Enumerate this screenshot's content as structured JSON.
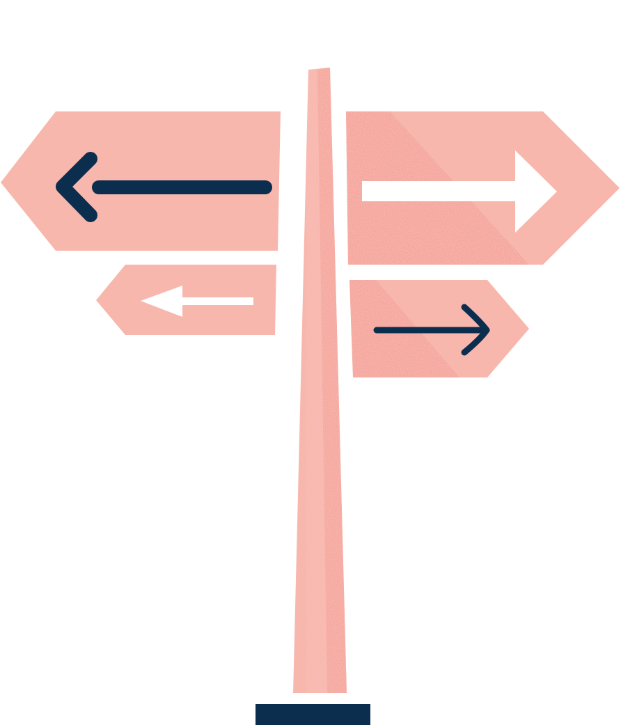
{
  "colors": {
    "background": "#ffffff",
    "sign": "#f8b7ad",
    "sign_texture": "#f2958a",
    "navy": "#0b2e4f",
    "white": "#ffffff"
  },
  "signs": [
    {
      "name": "sign-top-left",
      "direction": "left",
      "arrow_color": "navy",
      "arrow_icon": "arrow-left-icon"
    },
    {
      "name": "sign-top-right",
      "direction": "right",
      "arrow_color": "white",
      "arrow_icon": "arrow-right-icon"
    },
    {
      "name": "sign-bottom-left",
      "direction": "left",
      "arrow_color": "white",
      "arrow_icon": "arrow-left-icon"
    },
    {
      "name": "sign-bottom-right",
      "direction": "right",
      "arrow_color": "navy",
      "arrow_icon": "arrow-right-icon"
    }
  ],
  "post": {
    "icon": "signpost-icon"
  }
}
